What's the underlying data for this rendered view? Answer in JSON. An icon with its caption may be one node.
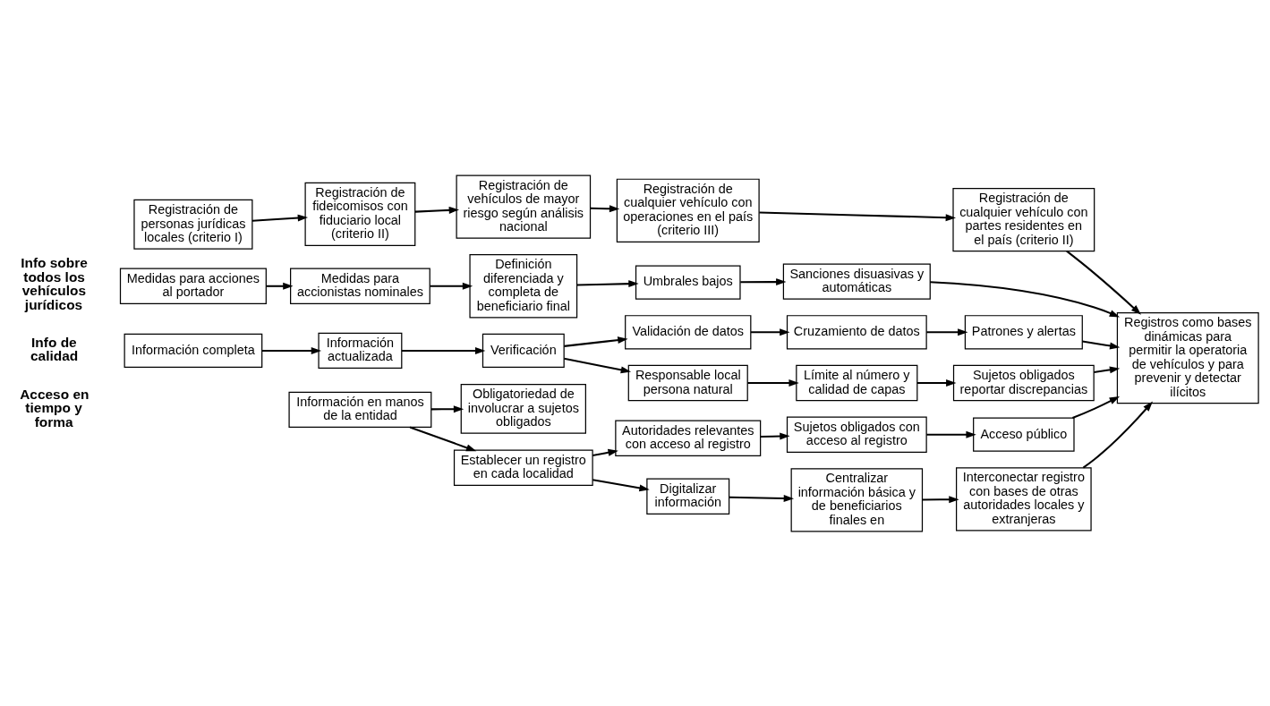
{
  "diagram": {
    "nodes": [
      {
        "text": [
          "Registración de personas jurídicas locales (criterio I)"
        ]
      },
      {
        "text": [
          "Registración de fideicomisos con fiduciario local (criterio II)"
        ]
      },
      {
        "text": [
          "Registración de vehículos de mayor riesgo según análisis nacional"
        ]
      },
      {
        "text": [
          "Registración de cualquier vehículo con operaciones en el país (criterio III)"
        ]
      },
      {
        "text": [
          "Registración de cualquier vehículo con partes residentes en el país (criterio II)"
        ]
      },
      {
        "text": [
          "Medidas para acciones al portador"
        ]
      },
      {
        "text": [
          "Medidas para accionistas nominales"
        ]
      },
      {
        "text": [
          "Definición diferenciada y completa de beneficiario final"
        ]
      },
      {
        "text": [
          "Umbrales bajos"
        ]
      },
      {
        "text": [
          "Sanciones disuasivas y automáticas"
        ]
      },
      {
        "text": [
          "Registros como bases dinámicas para permitir la operatoria de vehículos y para prevenir y detectar ilícitos"
        ]
      },
      {
        "text": [
          "Información completa"
        ]
      },
      {
        "text": [
          "Información actualizada"
        ]
      },
      {
        "text": [
          "Verificación"
        ]
      },
      {
        "text": [
          "Validación de datos"
        ]
      },
      {
        "text": [
          "Cruzamiento de datos"
        ]
      },
      {
        "text": [
          "Patrones y alertas"
        ]
      },
      {
        "text": [
          "Responsable local persona natural"
        ]
      },
      {
        "text": [
          "Límite al número y calidad de capas"
        ]
      },
      {
        "text": [
          "Sujetos obligados reportar discrepancias"
        ]
      },
      {
        "text": [
          "Información en manos de la entidad"
        ]
      },
      {
        "text": [
          "Obligatoriedad de involucrar a sujetos obligados"
        ]
      },
      {
        "text": [
          "Establecer un registro en cada localidad"
        ]
      },
      {
        "text": [
          "Autoridades relevantes con acceso al registro"
        ]
      },
      {
        "text": [
          "Sujetos obligados con acceso al registro"
        ]
      },
      {
        "text": [
          "Acceso público"
        ]
      },
      {
        "text": [
          "Digitalizar información"
        ]
      },
      {
        "text": [
          "Centralizar información básica y de beneficiarios finales en"
        ]
      },
      {
        "text": [
          "Interconectar registro con bases de otras autoridades locales y extranjeras"
        ]
      }
    ],
    "edges": [
      {
        "from": 0,
        "to": 1,
        "arrow": "to"
      },
      {
        "from": 1,
        "to": 2,
        "arrow": "to"
      },
      {
        "from": 2,
        "to": 3,
        "arrow": "to"
      },
      {
        "from": 3,
        "to": 4,
        "arrow": "to"
      },
      {
        "from": 4,
        "to": 10,
        "arrow": "to"
      },
      {
        "from": 5,
        "to": 6,
        "arrow": "to"
      },
      {
        "from": 6,
        "to": 7,
        "arrow": "to"
      },
      {
        "from": 7,
        "to": 8,
        "arrow": "to"
      },
      {
        "from": 8,
        "to": 9,
        "arrow": "to"
      },
      {
        "from": 9,
        "to": 10,
        "arrow": "to"
      },
      {
        "from": 11,
        "to": 12,
        "arrow": "to"
      },
      {
        "from": 12,
        "to": 13,
        "arrow": "to"
      },
      {
        "from": 13,
        "to": 14,
        "arrow": "to"
      },
      {
        "from": 13,
        "to": 17,
        "arrow": "to"
      },
      {
        "from": 14,
        "to": 15,
        "arrow": "to"
      },
      {
        "from": 15,
        "to": 16,
        "arrow": "to"
      },
      {
        "from": 16,
        "to": 10,
        "arrow": "to"
      },
      {
        "from": 17,
        "to": 18,
        "arrow": "to"
      },
      {
        "from": 18,
        "to": 19,
        "arrow": "to"
      },
      {
        "from": 19,
        "to": 10,
        "arrow": "to"
      },
      {
        "from": 20,
        "to": 21,
        "arrow": "to"
      },
      {
        "from": 20,
        "to": 22,
        "arrow": "to"
      },
      {
        "from": 22,
        "to": 23,
        "arrow": "to"
      },
      {
        "from": 23,
        "to": 24,
        "arrow": "to"
      },
      {
        "from": 24,
        "to": 25,
        "arrow": "to"
      },
      {
        "from": 25,
        "to": 10,
        "arrow": "to"
      },
      {
        "from": 22,
        "to": 26,
        "arrow": "to"
      },
      {
        "from": 26,
        "to": 27,
        "arrow": "to"
      },
      {
        "from": 27,
        "to": 28,
        "arrow": "to"
      },
      {
        "from": 28,
        "to": 10,
        "arrow": "to"
      }
    ],
    "labels": [
      "Info sobre todos los vehículos jurídicos",
      "Info de calidad",
      "Acceso en tiempo y forma"
    ]
  }
}
